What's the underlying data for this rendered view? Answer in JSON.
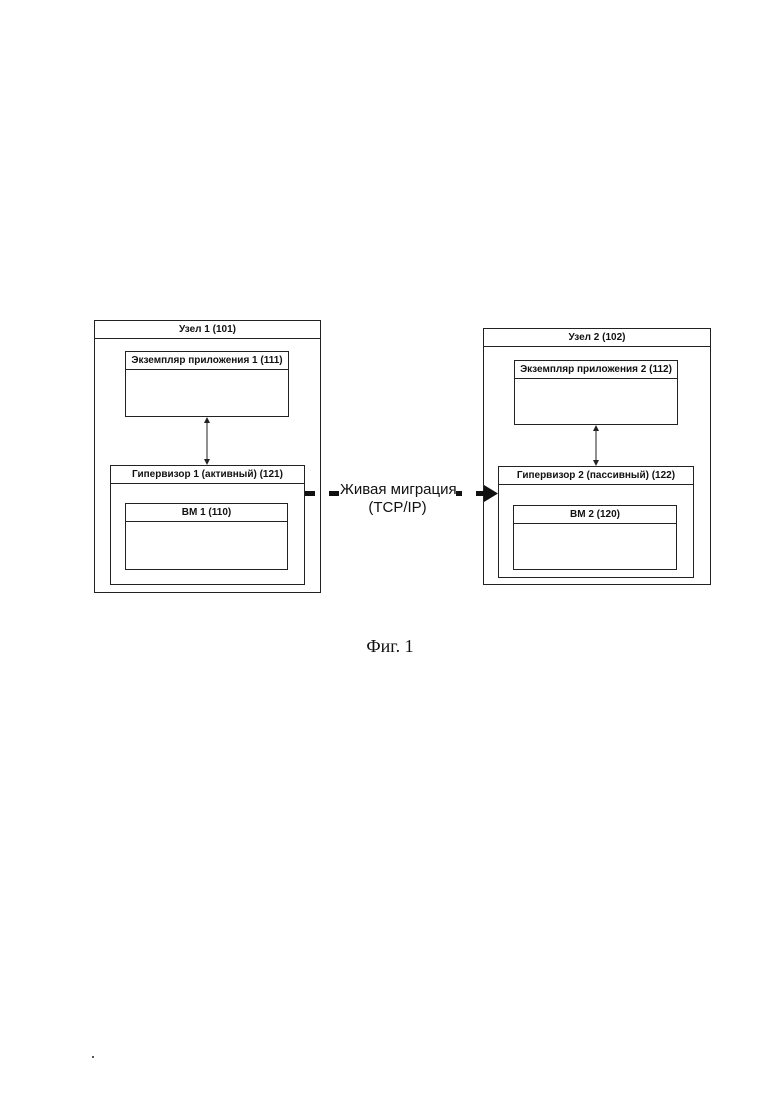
{
  "node1": {
    "title": "Узел 1 (101)",
    "app": {
      "title": "Экземпляр приложения 1 (111)"
    },
    "hypervisor": {
      "title": "Гипервизор 1 (активный) (121)",
      "vm": {
        "title": "ВМ 1 (110)"
      }
    }
  },
  "node2": {
    "title": "Узел 2 (102)",
    "app": {
      "title": "Экземпляр приложения 2 (112)"
    },
    "hypervisor": {
      "title": "Гипервизор 2 (пассивный) (122)",
      "vm": {
        "title": "ВМ 2 (120)"
      }
    }
  },
  "migration": {
    "line1": "Живая миграция",
    "line2": "(TCP/IP)"
  },
  "caption": "Фиг. 1",
  "colors": {
    "stroke": "#222222",
    "background": "#ffffff"
  }
}
